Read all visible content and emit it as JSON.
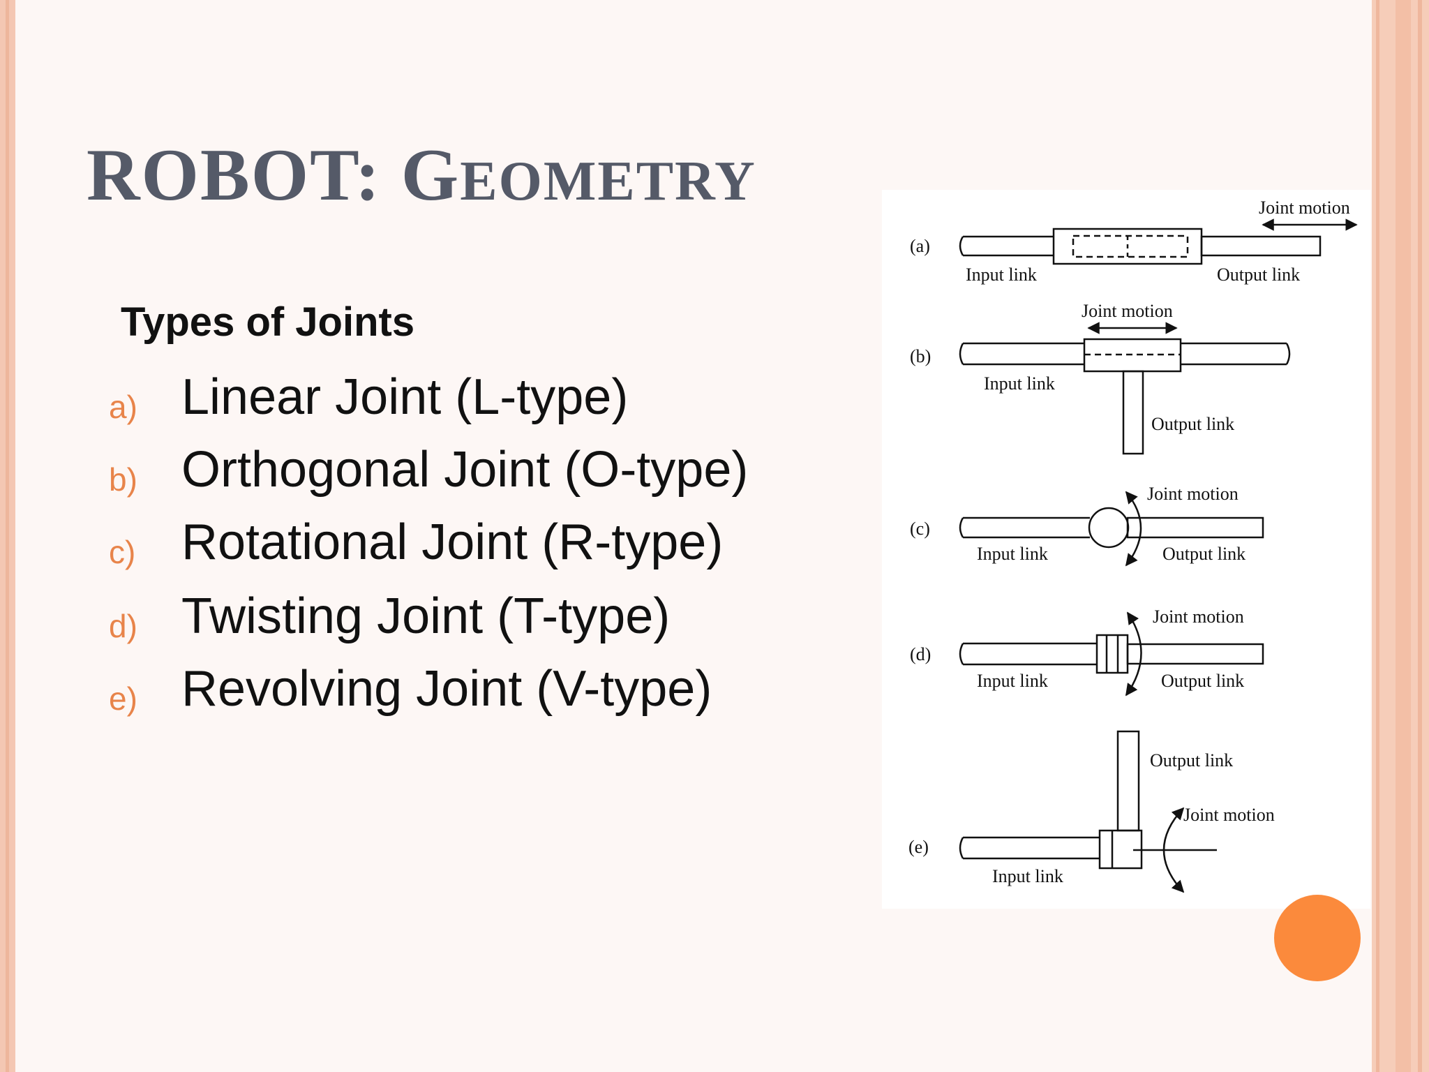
{
  "slide": {
    "title_first": "ROBOT: G",
    "title_rest": "EOMETRY",
    "subheading": "Types of Joints",
    "joints": [
      {
        "marker": "a)",
        "label": "Linear Joint (L-type)"
      },
      {
        "marker": "b)",
        "label": "Orthogonal Joint (O-type)"
      },
      {
        "marker": "c)",
        "label": "Rotational Joint (R-type)"
      },
      {
        "marker": "d)",
        "label": "Twisting Joint (T-type)"
      },
      {
        "marker": "e)",
        "label": "Revolving Joint (V-type)"
      }
    ]
  },
  "figure": {
    "a": {
      "tag": "(a)",
      "input": "Input link",
      "output": "Output link",
      "motion": "Joint motion"
    },
    "b": {
      "tag": "(b)",
      "input": "Input link",
      "output": "Output link",
      "motion": "Joint motion"
    },
    "c": {
      "tag": "(c)",
      "input": "Input link",
      "output": "Output link",
      "motion": "Joint motion"
    },
    "d": {
      "tag": "(d)",
      "input": "Input link",
      "output": "Output link",
      "motion": "Joint motion"
    },
    "e": {
      "tag": "(e)",
      "input": "Input link",
      "output": "Output link",
      "motion": "Joint motion"
    }
  },
  "colors": {
    "title": "#555a68",
    "bullet_marker": "#e8844a",
    "accent_dot": "#fb8a3c",
    "border": "#f4c7b3"
  }
}
